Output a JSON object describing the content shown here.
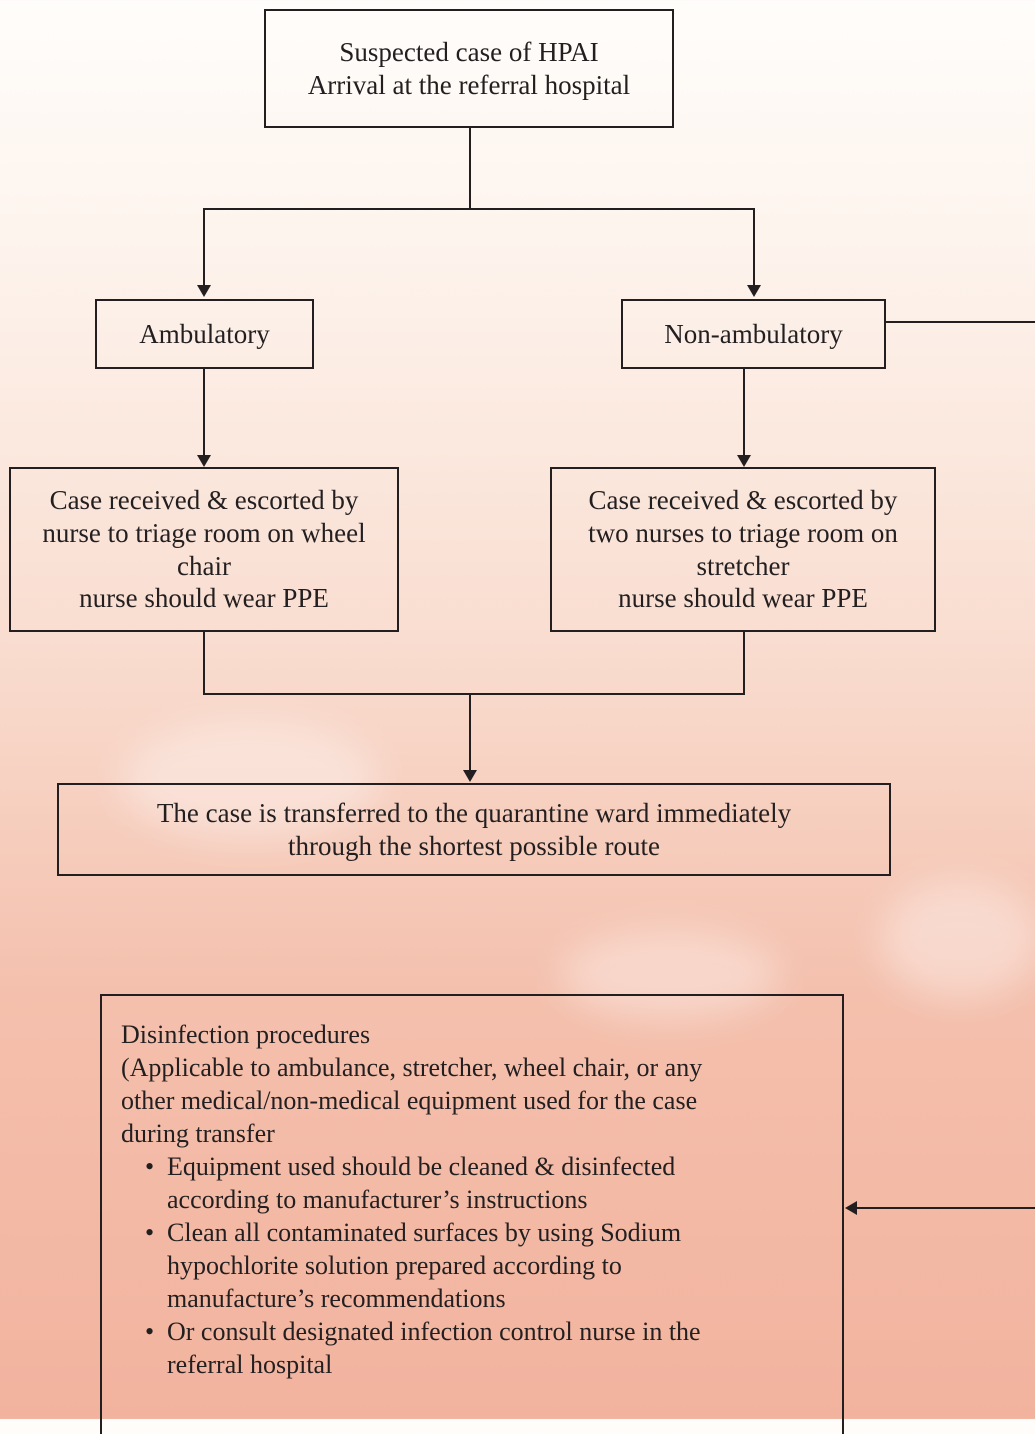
{
  "nodes": {
    "start": [
      "Suspected case of HPAI",
      "Arrival at the referral hospital"
    ],
    "ambulatory": "Ambulatory",
    "non_ambulatory": "Non-ambulatory",
    "ambulatory_escort": [
      "Case received & escorted by",
      "nurse to triage room on wheel",
      "chair",
      "nurse should wear PPE"
    ],
    "non_ambulatory_escort": [
      "Case received & escorted by",
      "two nurses to triage room on",
      "stretcher",
      "nurse should wear PPE"
    ],
    "transfer": [
      "The case is transferred to the quarantine ward immediately",
      "through the shortest possible route"
    ]
  },
  "disinfection": {
    "title": "Disinfection procedures",
    "intro": [
      "(Applicable to ambulance, stretcher, wheel chair, or any",
      "other medical/non-medical equipment used for the case",
      "during transfer"
    ],
    "bullet_symbol": "•",
    "items": [
      [
        "Equipment used should be cleaned & disinfected",
        "according to manufacturer’s instructions"
      ],
      [
        "Clean all contaminated surfaces by using Sodium",
        "hypochlorite solution prepared according to",
        "manufacture’s recommendations"
      ],
      [
        "Or consult designated infection control nurse in the",
        "referral hospital"
      ]
    ]
  }
}
